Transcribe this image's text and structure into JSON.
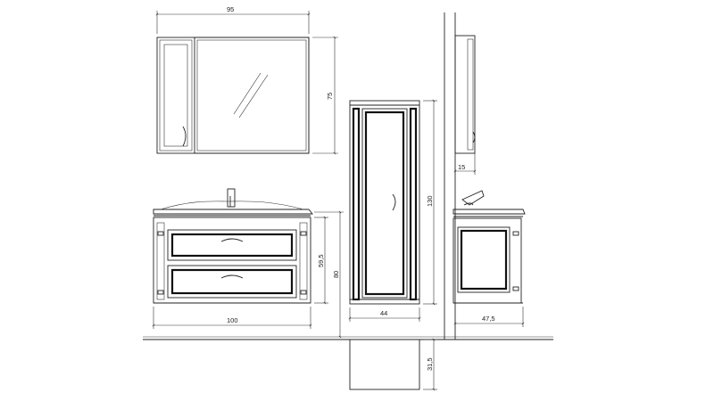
{
  "dimensions": {
    "mirror_width": "95",
    "mirror_height": "75",
    "mirror_depth": "15",
    "vanity_width": "100",
    "vanity_cabinet_height": "59,5",
    "vanity_total_height": "80",
    "tall_cabinet_width": "44",
    "tall_cabinet_height": "130",
    "vanity_depth": "47,5",
    "floor_to_cabinet": "31,5"
  },
  "colors": {
    "line": "#222222",
    "background": "#ffffff"
  }
}
